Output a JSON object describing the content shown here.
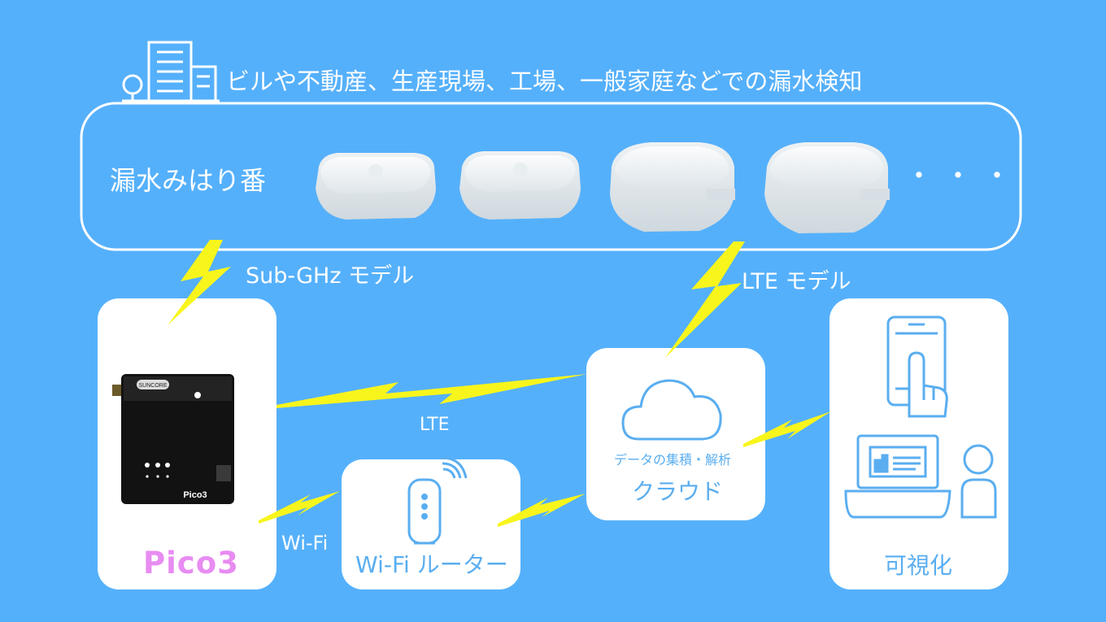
{
  "header": {
    "title": "ビルや不動産、生産現場、工場、一般家庭などでの漏水検知",
    "building_icon": "building-icon"
  },
  "sensors": {
    "title": "漏水みはり番",
    "ellipsis": "・・・",
    "count_shown": 4
  },
  "links": {
    "subghz": "Sub-GHz モデル",
    "lte_model": "LTE モデル",
    "lte": "LTE",
    "wifi": "Wi-Fi"
  },
  "gateway": {
    "name": "Pico3",
    "brand": "SUNCORE",
    "device_text": "Pico3"
  },
  "router": {
    "label": "Wi-Fi ルーター",
    "icon": "wifi-router-icon"
  },
  "cloud": {
    "subtitle": "データの集積・解析",
    "label": "クラウド",
    "icon": "cloud-icon"
  },
  "visualization": {
    "label": "可視化",
    "icons": [
      "smartphone-touch-icon",
      "laptop-chart-icon",
      "person-icon"
    ]
  },
  "colors": {
    "background": "#55b0fb",
    "lightning": "#f8f51c",
    "accent_blue": "#5aaef0",
    "pico_pink": "#e88cf2"
  }
}
